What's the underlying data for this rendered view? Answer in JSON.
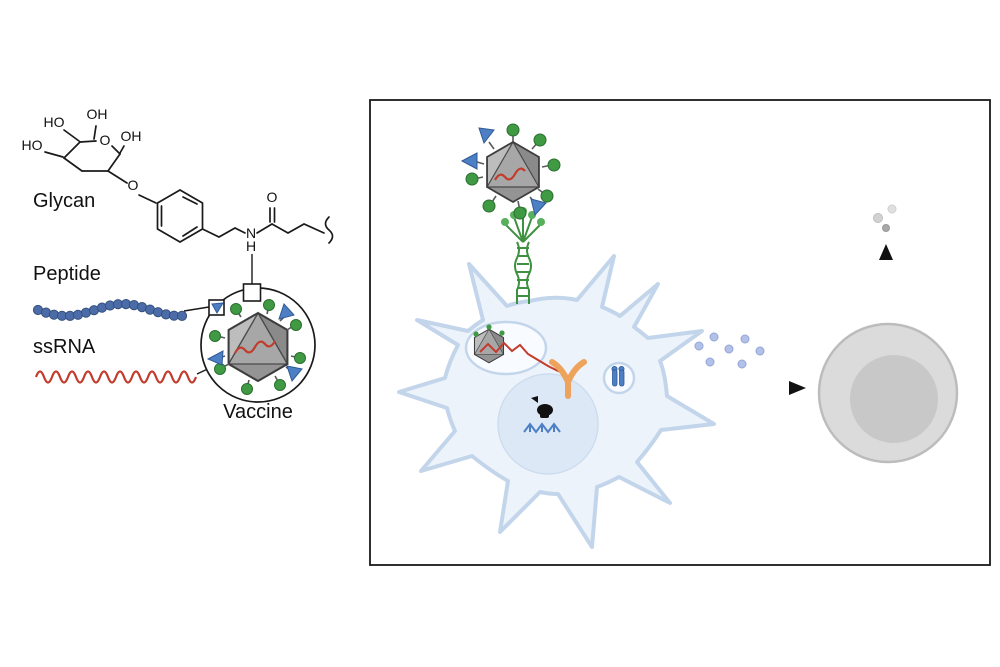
{
  "labels": {
    "glycan": "Glycan",
    "peptide": "Peptide",
    "ssrna": "ssRNA",
    "vaccine": "Vaccine"
  },
  "chemistry": {
    "ho_top": "HO",
    "oh_top": "OH",
    "ho_left": "HO",
    "oh_right": "OH",
    "ring_oxygen": "O",
    "linker_oxygen": "O",
    "carbonyl_oxygen": "O",
    "amide_nitrogen": "N",
    "amide_hydrogen": "H"
  },
  "colors": {
    "outline": "#1a1a1a",
    "glycan_green": "#3f9a43",
    "receptor_green": "#3f9142",
    "peptide_blue": "#4b6ca8",
    "antigen_blue": "#4d7fc4",
    "rna_red": "#c23b2b",
    "capsid_gray": "#a3a3a3",
    "cell_fill": "#edf3fa",
    "cell_stroke": "#c3d5eb",
    "nucleus_fill": "#dce8f6",
    "receptor_orange": "#eda35c",
    "cytokine_blue": "#b3c0e8",
    "target_cell_fill": "#dbdbdb",
    "target_cell_stroke": "#bcbcbc",
    "target_cell_nucleus": "#c8c8c8"
  }
}
